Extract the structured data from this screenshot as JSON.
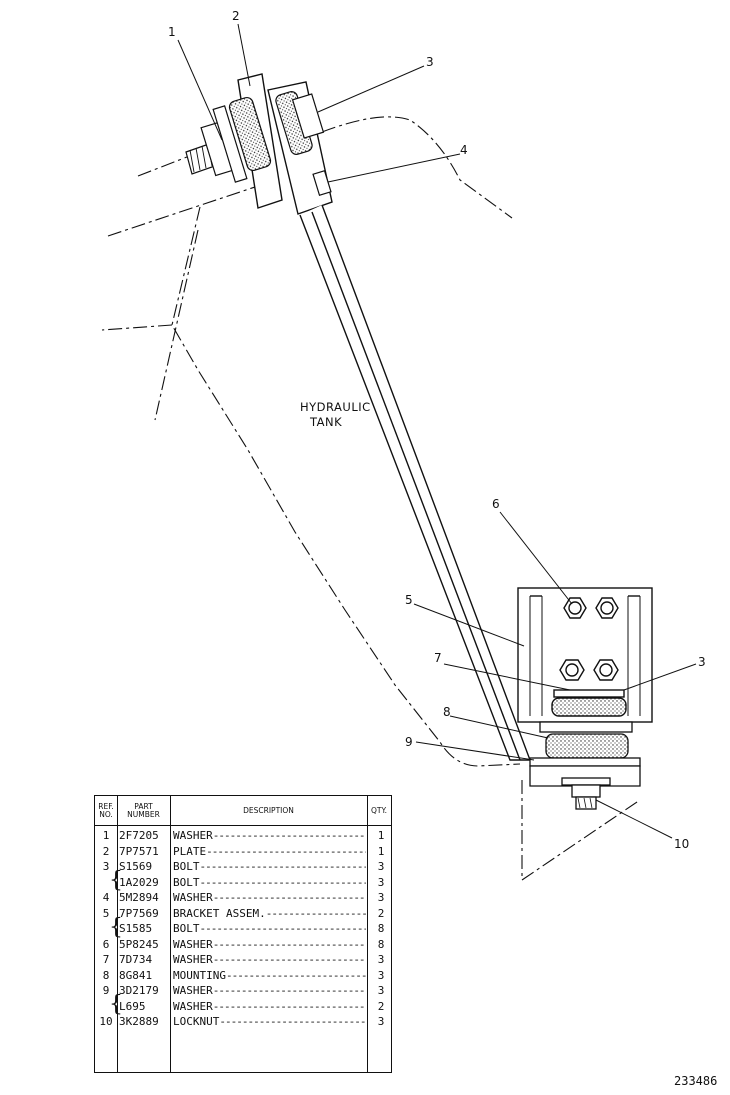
{
  "callouts": [
    {
      "id": "c1",
      "text": "1"
    },
    {
      "id": "c2",
      "text": "2"
    },
    {
      "id": "c3a",
      "text": "3"
    },
    {
      "id": "c4",
      "text": "4"
    },
    {
      "id": "c6",
      "text": "6"
    },
    {
      "id": "c5",
      "text": "5"
    },
    {
      "id": "c7",
      "text": "7"
    },
    {
      "id": "c3b",
      "text": "3"
    },
    {
      "id": "c8",
      "text": "8"
    },
    {
      "id": "c9",
      "text": "9"
    },
    {
      "id": "c10",
      "text": "10"
    }
  ],
  "tank_label": {
    "line1": "HYDRAULIC",
    "line2": "TANK"
  },
  "table": {
    "headers": {
      "ref": "REF. NO.",
      "part": "PART NUMBER",
      "desc": "DESCRIPTION",
      "qty": "QTY."
    },
    "rows": [
      {
        "ref": "1",
        "part": "2F7205",
        "desc": "WASHER",
        "qty": "1"
      },
      {
        "ref": "2",
        "part": "7P7571",
        "desc": "PLATE",
        "qty": "1"
      },
      {
        "ref": "3",
        "part": "S1569",
        "desc": "BOLT",
        "qty": "3"
      },
      {
        "ref": "",
        "part": "1A2029",
        "desc": "BOLT",
        "qty": "3"
      },
      {
        "ref": "4",
        "part": "5M2894",
        "desc": "WASHER",
        "qty": "3"
      },
      {
        "ref": "5",
        "part": "7P7569",
        "desc": "BRACKET ASSEM.",
        "qty": "2"
      },
      {
        "ref": "",
        "part": "S1585",
        "desc": "BOLT",
        "qty": "8"
      },
      {
        "ref": "6",
        "part": "5P8245",
        "desc": "WASHER",
        "qty": "8"
      },
      {
        "ref": "7",
        "part": "7D734",
        "desc": "WASHER",
        "qty": "3"
      },
      {
        "ref": "8",
        "part": "8G841",
        "desc": "MOUNTING",
        "qty": "3"
      },
      {
        "ref": "9",
        "part": "3D2179",
        "desc": "WASHER",
        "qty": "3"
      },
      {
        "ref": "",
        "part": "L695",
        "desc": "WASHER",
        "qty": "2"
      },
      {
        "ref": "10",
        "part": "3K2889",
        "desc": "LOCKNUT",
        "qty": "3"
      }
    ]
  },
  "drawing_number": "233486"
}
